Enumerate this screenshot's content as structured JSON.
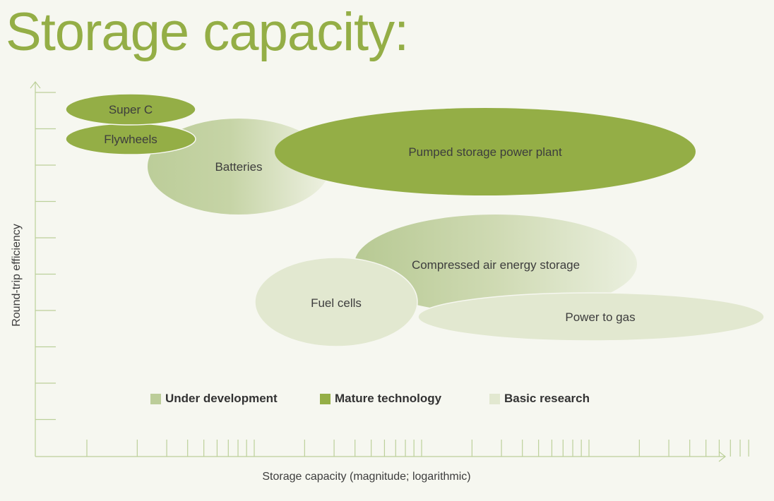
{
  "title": "Storage capacity:",
  "axes": {
    "y_label": "Round-trip efficiency",
    "x_label": "Storage capacity (magnitude; logarithmic)"
  },
  "colors": {
    "title": "#94ae46",
    "axis": "#bcd09a",
    "under_development": "#bccd99",
    "mature_technology": "#94ae46",
    "basic_research": "#e2e8d0"
  },
  "legend": [
    {
      "label": "Under development",
      "status": "under_development",
      "color": "#bccd99"
    },
    {
      "label": "Mature technology",
      "status": "mature_technology",
      "color": "#94ae46"
    },
    {
      "label": "Basic research",
      "status": "basic_research",
      "color": "#e2e8d0"
    }
  ],
  "technologies": [
    {
      "label": "Batteries",
      "status": "under_development"
    },
    {
      "label": "Pumped storage power plant",
      "status": "mature_technology"
    },
    {
      "label": "Compressed air energy storage",
      "status": "under_development"
    },
    {
      "label": "Power to gas",
      "status": "basic_research"
    },
    {
      "label": "Fuel cells",
      "status": "basic_research"
    },
    {
      "label": "Flywheels",
      "status": "mature_technology"
    },
    {
      "label": "Super C",
      "status": "mature_technology"
    }
  ]
}
